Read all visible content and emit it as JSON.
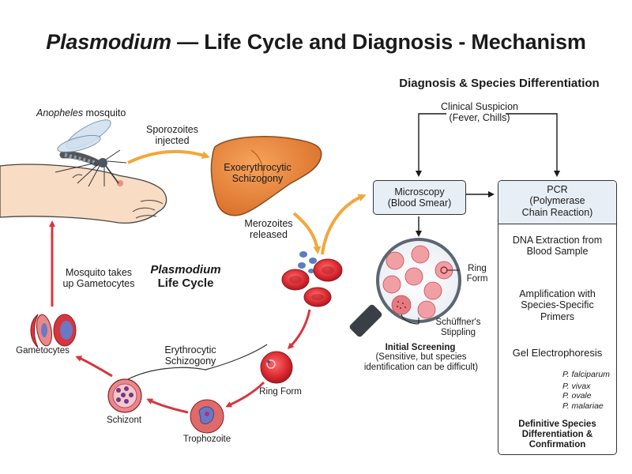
{
  "title": {
    "genus": "Plasmodium",
    "rest": " — Life Cycle and Diagnosis - Mechanism"
  },
  "life_cycle": {
    "mosquito_genus": "Anopheles",
    "mosquito_rest": " mosquito",
    "sporozoites": "Sporozoites\ninjected",
    "liver_stage": "Exoerythrocytic\nSchizogony",
    "merozoites": "Merozoites\nreleased",
    "mosquito_takes": "Mosquito takes\nup Gametocytes",
    "center_genus": "Plasmodium",
    "center_rest": "Life Cycle",
    "erythrocytic": "Erythrocytic\nSchizogony",
    "ring_form": "Ring Form",
    "trophozoite": "Trophozoite",
    "schizont": "Schizont",
    "gametocytes": "Gametocytes"
  },
  "diagnosis": {
    "heading": "Diagnosis & Species Differentiation",
    "clinical": "Clinical Suspicion\n(Fever, Chills)",
    "microscopy": "Microscopy\n(Blood Smear)",
    "ring_form": "Ring\nForm",
    "schuffner": "Schüffner's\nStippling",
    "initial_title": "Initial Screening",
    "initial_text": "(Sensitive, but species\nidentification can be difficult)",
    "pcr_title": "PCR\n(Polymerase\nChain Reaction)",
    "dna": "DNA Extraction from\nBlood Sample",
    "amplification": "Amplification with\nSpecies-Specific\nPrimers",
    "gel": "Gel Electrophoresis",
    "species": [
      "P. falciparum",
      "P. vivax",
      "P. ovale",
      "P. malariae"
    ],
    "definitive": "Definitive Species\nDifferentiation &\nConfirmation"
  },
  "colors": {
    "accent_red": "#d8353e",
    "accent_orange": "#f2a73b",
    "box_fill": "#e8eef6",
    "cell_red": "#cf2a33"
  }
}
